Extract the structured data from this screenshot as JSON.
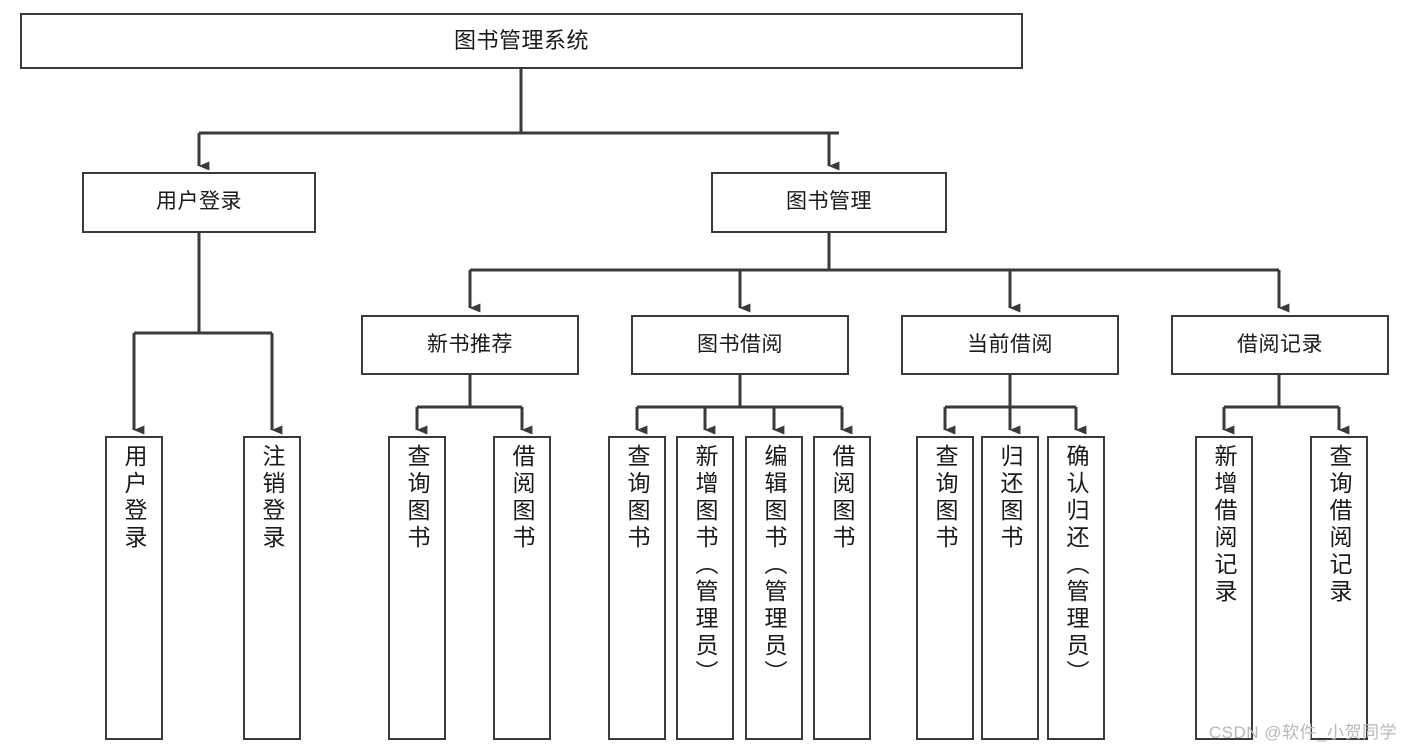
{
  "diagram": {
    "title_text": "图书管理系统",
    "stroke_color": "#3a3a3a",
    "fill_color": "#ffffff",
    "text_color": "#1a1a1a",
    "watermark": "CSDN @软件_小贺同学"
  },
  "nodes": {
    "root": {
      "label": "图书管理系统"
    },
    "level2": [
      {
        "label": "用户登录"
      },
      {
        "label": "图书管理"
      }
    ],
    "level3": [
      {
        "label": "新书推荐"
      },
      {
        "label": "图书借阅"
      },
      {
        "label": "当前借阅"
      },
      {
        "label": "借阅记录"
      }
    ],
    "leaves_user_login": [
      {
        "label": "用户登录"
      },
      {
        "label": "注销登录"
      }
    ],
    "leaves_new_book": [
      {
        "label": "查询图书"
      },
      {
        "label": "借阅图书"
      }
    ],
    "leaves_borrow": [
      {
        "label": "查询图书"
      },
      {
        "label": "新增图书（管理员）"
      },
      {
        "label": "编辑图书（管理员）"
      },
      {
        "label": "借阅图书"
      }
    ],
    "leaves_current": [
      {
        "label": "查询图书"
      },
      {
        "label": "归还图书"
      },
      {
        "label": "确认归还（管理员）"
      }
    ],
    "leaves_records": [
      {
        "label": "新增借阅记录"
      },
      {
        "label": "查询借阅记录"
      }
    ]
  }
}
